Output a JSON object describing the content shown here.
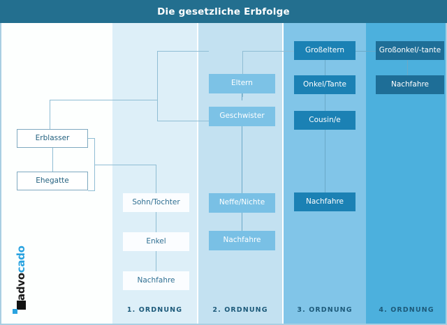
{
  "header": {
    "title": "Die gesetzliche Erbfolge"
  },
  "columns": [
    {
      "key": "c0",
      "label": ""
    },
    {
      "key": "c1",
      "label": "1. ORDNUNG"
    },
    {
      "key": "c2",
      "label": "2. ORDNUNG"
    },
    {
      "key": "c3",
      "label": "3. ORDNUNG"
    },
    {
      "key": "c4",
      "label": "4. ORDNUNG"
    }
  ],
  "nodes": {
    "erblasser": "Erblasser",
    "ehegatte": "Ehegatte",
    "sohn_tochter": "Sohn/Tochter",
    "enkel": "Enkel",
    "nachfahre_1": "Nachfahre",
    "eltern": "Eltern",
    "geschwister": "Geschwister",
    "neffe_nichte": "Neffe/Nichte",
    "nachfahre_2": "Nachfahre",
    "grosseltern": "Großeltern",
    "onkel_tante": "Onkel/Tante",
    "cousin": "Cousin/e",
    "nachfahre_3": "Nachfahre",
    "grossonkel_tante": "Großonkel/-tante",
    "nachfahre_4": "Nachfahre"
  },
  "logo": {
    "text_prefix": "advo",
    "text_suffix": "cado",
    "full": "advocado"
  },
  "colors": {
    "header_bg": "#236f8f",
    "col1_bg": "#ddeff8",
    "col2_bg": "#c3e1f1",
    "col3_bg": "#81c5e8",
    "col4_bg": "#4cb0dd",
    "node_mid": "#7cc2e6",
    "node_deep": "#1b81b4",
    "node_deepest": "#1e6e97",
    "wire": "#8fbdd4",
    "text_dark": "#23607f",
    "logo_accent": "#2aa3e0"
  }
}
